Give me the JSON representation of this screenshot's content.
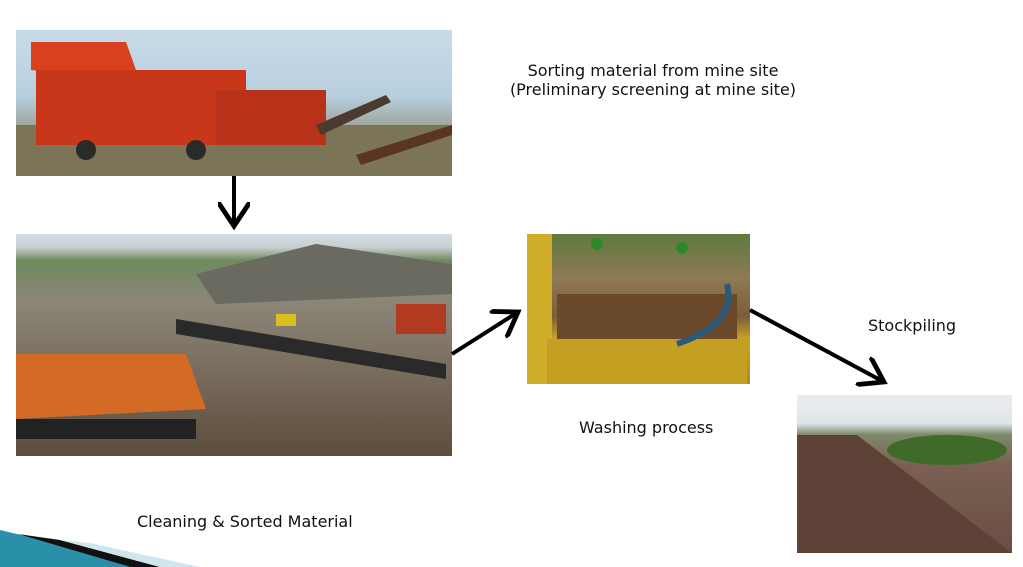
{
  "slide": {
    "labels": {
      "sorting_title": "Sorting material from mine site",
      "sorting_subtitle": "(Preliminary screening at mine site)",
      "cleaning": "Cleaning & Sorted Material",
      "washing": "Washing  process",
      "stockpiling": "Stockpiling"
    }
  }
}
